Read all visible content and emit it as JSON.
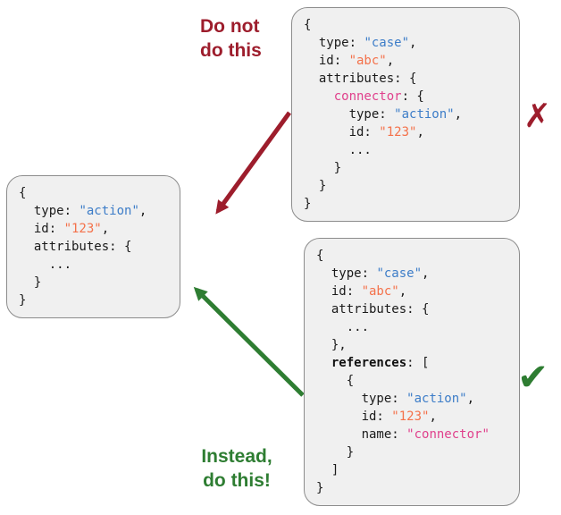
{
  "labels": {
    "do_not_line1": "Do not",
    "do_not_line2": "do this",
    "instead_line1": "Instead,",
    "instead_line2": "do this!"
  },
  "marks": {
    "cross": "✗",
    "check": "✔"
  },
  "colors": {
    "bad_accent": "#9D1D2C",
    "good_accent": "#2E7D32",
    "code_blue": "#3D7DC8",
    "code_orange": "#F4714A",
    "code_pink": "#E0418C",
    "box_bg": "#F0F0F0",
    "box_border": "#8C8C8C"
  },
  "code": {
    "target": {
      "lines": [
        [
          {
            "t": "{"
          }
        ],
        [
          {
            "t": "  type: "
          },
          {
            "t": "\"action\"",
            "c": "blue"
          },
          {
            "t": ","
          }
        ],
        [
          {
            "t": "  id: "
          },
          {
            "t": "\"123\"",
            "c": "orange"
          },
          {
            "t": ","
          }
        ],
        [
          {
            "t": "  attributes: {"
          }
        ],
        [
          {
            "t": "    ..."
          }
        ],
        [
          {
            "t": "  }"
          }
        ],
        [
          {
            "t": "}"
          }
        ]
      ]
    },
    "bad": {
      "lines": [
        [
          {
            "t": "{"
          }
        ],
        [
          {
            "t": "  type: "
          },
          {
            "t": "\"case\"",
            "c": "blue"
          },
          {
            "t": ","
          }
        ],
        [
          {
            "t": "  id: "
          },
          {
            "t": "\"abc\"",
            "c": "orange"
          },
          {
            "t": ","
          }
        ],
        [
          {
            "t": "  attributes: {"
          }
        ],
        [
          {
            "t": "    "
          },
          {
            "t": "connector",
            "c": "pink"
          },
          {
            "t": ": {"
          }
        ],
        [
          {
            "t": "      type: "
          },
          {
            "t": "\"action\"",
            "c": "blue"
          },
          {
            "t": ","
          }
        ],
        [
          {
            "t": "      id: "
          },
          {
            "t": "\"123\"",
            "c": "orange"
          },
          {
            "t": ","
          }
        ],
        [
          {
            "t": "      ..."
          }
        ],
        [
          {
            "t": "    }"
          }
        ],
        [
          {
            "t": "  }"
          }
        ],
        [
          {
            "t": "}"
          }
        ]
      ]
    },
    "good": {
      "lines": [
        [
          {
            "t": "{"
          }
        ],
        [
          {
            "t": "  type: "
          },
          {
            "t": "\"case\"",
            "c": "blue"
          },
          {
            "t": ","
          }
        ],
        [
          {
            "t": "  id: "
          },
          {
            "t": "\"abc\"",
            "c": "orange"
          },
          {
            "t": ","
          }
        ],
        [
          {
            "t": "  attributes: {"
          }
        ],
        [
          {
            "t": "    ..."
          }
        ],
        [
          {
            "t": "  },"
          }
        ],
        [
          {
            "t": "  "
          },
          {
            "t": "references",
            "c": "bold"
          },
          {
            "t": ": ["
          }
        ],
        [
          {
            "t": "    {"
          }
        ],
        [
          {
            "t": "      type: "
          },
          {
            "t": "\"action\"",
            "c": "blue"
          },
          {
            "t": ","
          }
        ],
        [
          {
            "t": "      id: "
          },
          {
            "t": "\"123\"",
            "c": "orange"
          },
          {
            "t": ","
          }
        ],
        [
          {
            "t": "      name: "
          },
          {
            "t": "\"connector\"",
            "c": "pink"
          }
        ],
        [
          {
            "t": "    }"
          }
        ],
        [
          {
            "t": "  ]"
          }
        ],
        [
          {
            "t": "}"
          }
        ]
      ]
    }
  }
}
